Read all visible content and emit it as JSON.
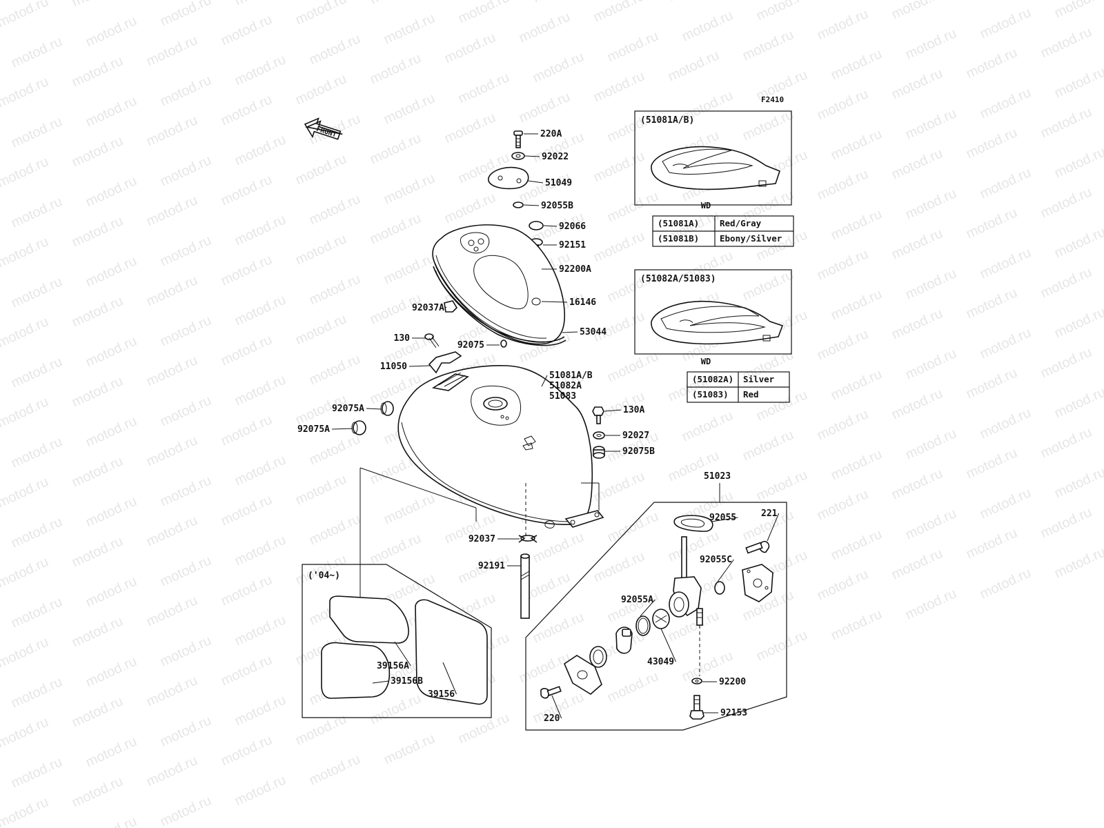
{
  "watermark": "motod.ru",
  "figure_code": "F2410",
  "front_label": "FRONT",
  "year_note": "('04~)",
  "callouts": [
    "220A",
    "92022",
    "51049",
    "92055B",
    "92066",
    "92151",
    "92200A",
    "16146",
    "92037A",
    "53044",
    "130",
    "92075",
    "11050",
    "51081A/B",
    "51082A",
    "51083",
    "92075A",
    "92075A",
    "130A",
    "92027",
    "92075B",
    "51023",
    "92037",
    "92055",
    "221",
    "92191",
    "92055C",
    "92055A",
    "43049",
    "92200",
    "92153",
    "220",
    "39156A",
    "39156B",
    "39156"
  ],
  "insets": [
    {
      "title": "(51081A/B)",
      "sub": "WD",
      "rows": [
        {
          "code": "(51081A)",
          "color": "Red/Gray"
        },
        {
          "code": "(51081B)",
          "color": "Ebony/Silver"
        }
      ]
    },
    {
      "title": "(51082A/51083)",
      "sub": "WD",
      "rows": [
        {
          "code": "(51082A)",
          "color": "Silver"
        },
        {
          "code": "(51083)",
          "color": "Red"
        }
      ]
    }
  ]
}
